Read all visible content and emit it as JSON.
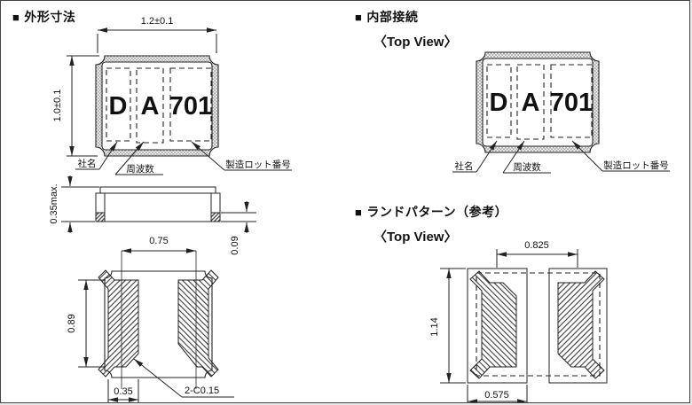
{
  "page": {
    "border_color": "#444444"
  },
  "sections": {
    "outline": {
      "bullet": "■",
      "title": "外形寸法"
    },
    "internal": {
      "bullet": "■",
      "title": "内部接続",
      "subtitle": "〈Top View〉"
    },
    "land": {
      "bullet": "■",
      "title": "ランドパターン（参考）",
      "subtitle": "〈Top View〉"
    }
  },
  "marking": {
    "company_char": "D",
    "frequency_char": "A",
    "lot_chars": "701",
    "labels": {
      "company": "社名",
      "frequency": "周波数",
      "lot": "製造ロット番号"
    }
  },
  "dimensions": {
    "top_view": {
      "width": "1.2±0.1",
      "height": "1.0±0.1"
    },
    "side_view": {
      "height": "0.35max.",
      "terminal_height": "0.09"
    },
    "bottom_view": {
      "pad_pitch": "0.75",
      "pad_length": "0.89",
      "pad_width": "0.35",
      "chamfer": "2-C0.15"
    },
    "land_pattern": {
      "pad_pitch": "0.825",
      "pad_length": "1.14",
      "pad_width": "0.575"
    }
  }
}
